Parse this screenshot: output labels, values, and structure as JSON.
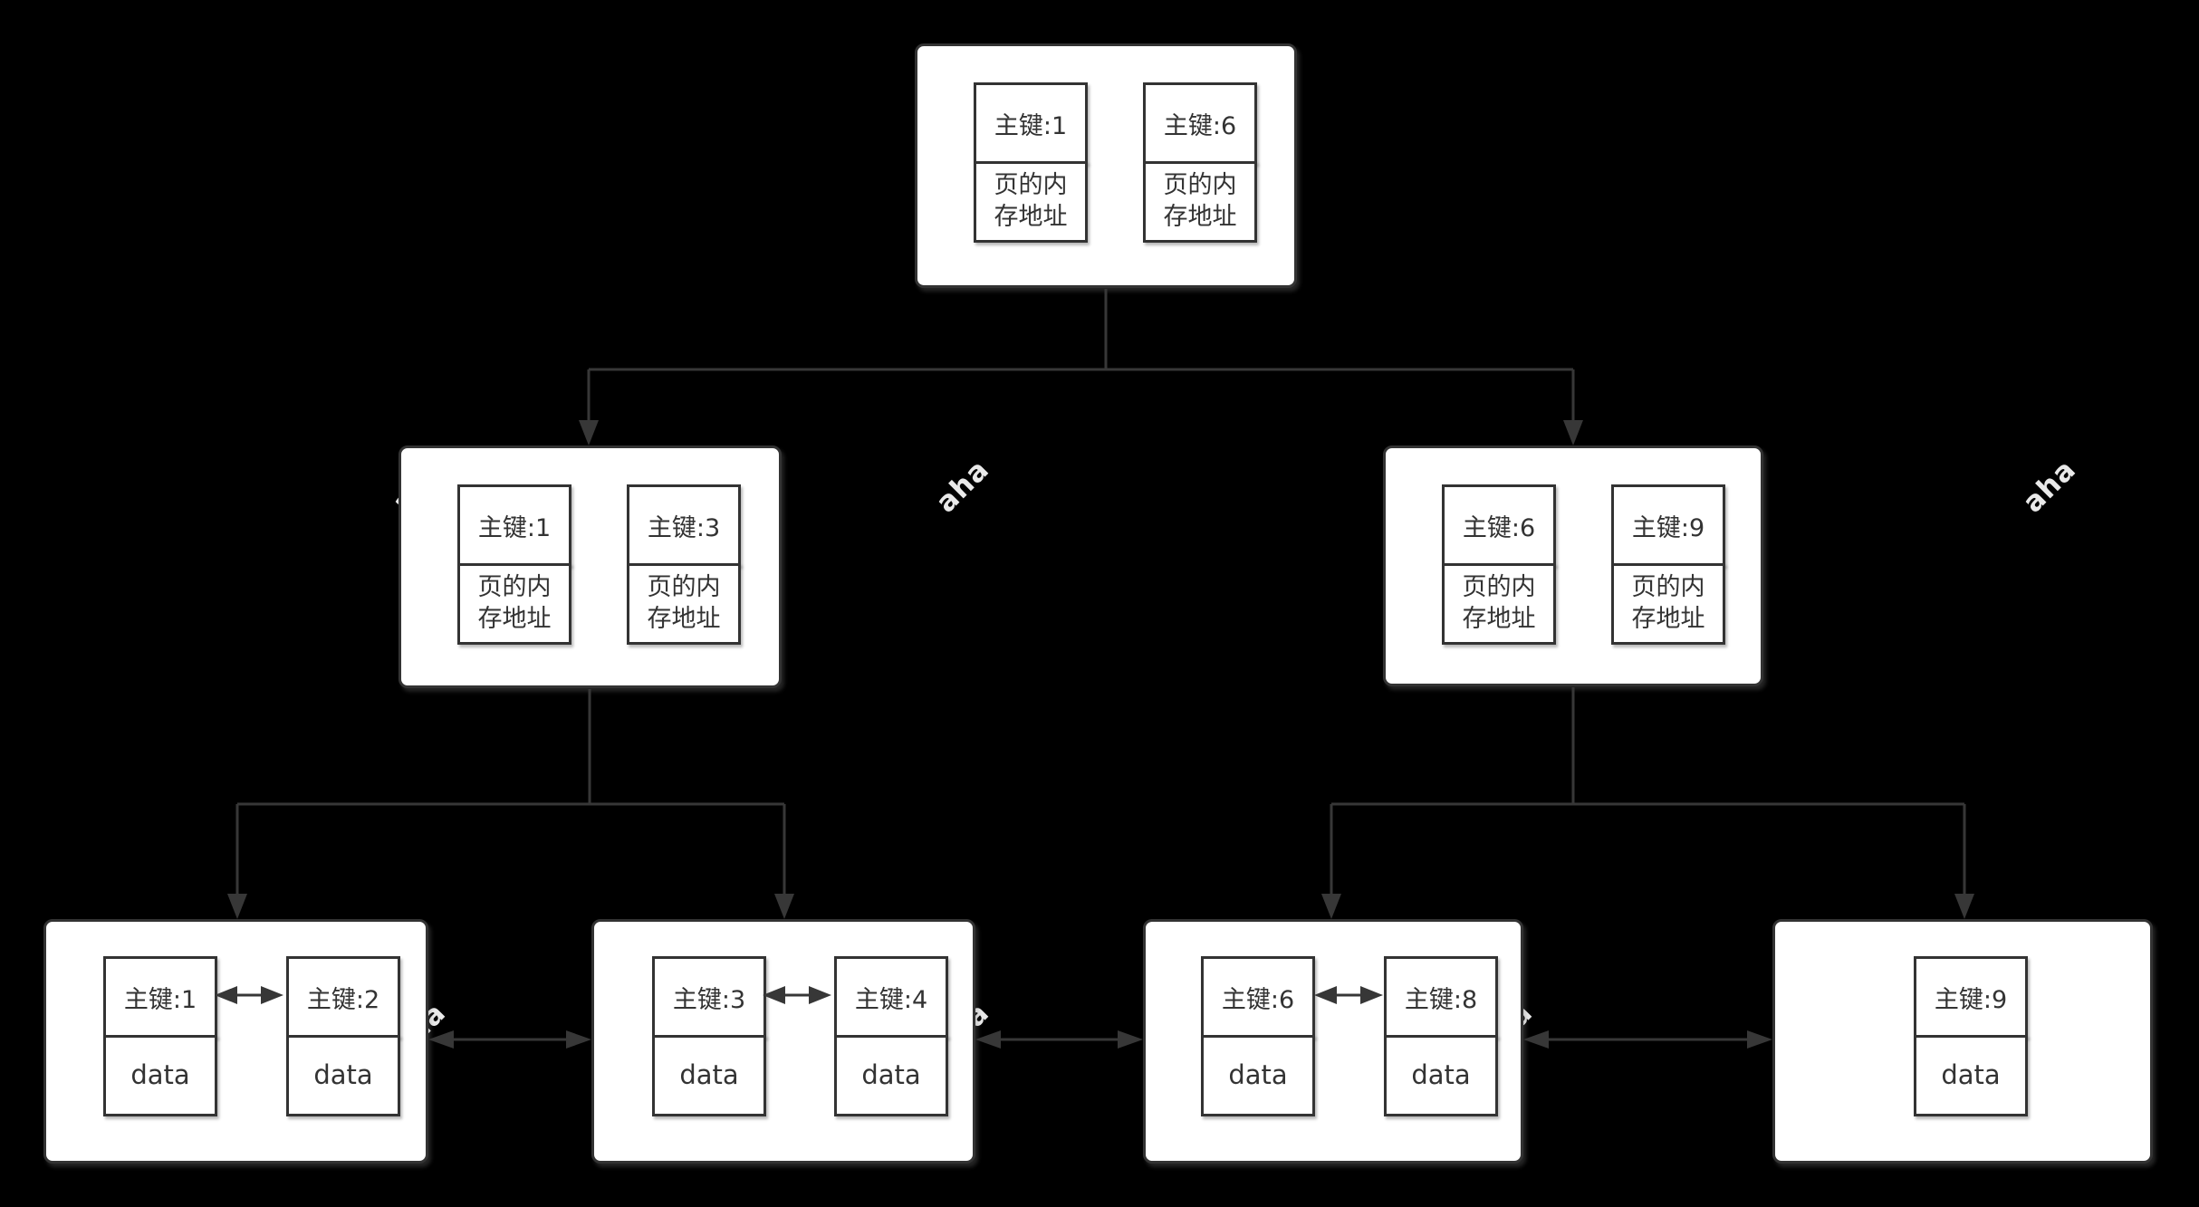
{
  "watermark": {
    "text": "aha",
    "color": "#e9e9e9"
  },
  "colors": {
    "background": "#000000",
    "node_fill": "#ffffff",
    "border": "#333333",
    "connector": "#373737",
    "watermark": "#e9e9e9"
  },
  "tree": {
    "root": {
      "cells": [
        {
          "key": "主键:1",
          "value": "页的内存地址"
        },
        {
          "key": "主键:6",
          "value": "页的内存地址"
        }
      ]
    },
    "internal": [
      {
        "cells": [
          {
            "key": "主键:1",
            "value": "页的内存地址"
          },
          {
            "key": "主键:3",
            "value": "页的内存地址"
          }
        ]
      },
      {
        "cells": [
          {
            "key": "主键:6",
            "value": "页的内存地址"
          },
          {
            "key": "主键:9",
            "value": "页的内存地址"
          }
        ]
      }
    ],
    "leaves": [
      {
        "cells": [
          {
            "key": "主键:1",
            "value": "data"
          },
          {
            "key": "主键:2",
            "value": "data"
          }
        ]
      },
      {
        "cells": [
          {
            "key": "主键:3",
            "value": "data"
          },
          {
            "key": "主键:4",
            "value": "data"
          }
        ]
      },
      {
        "cells": [
          {
            "key": "主键:6",
            "value": "data"
          },
          {
            "key": "主键:8",
            "value": "data"
          }
        ]
      },
      {
        "cells": [
          {
            "key": "主键:9",
            "value": "data"
          }
        ]
      }
    ]
  }
}
